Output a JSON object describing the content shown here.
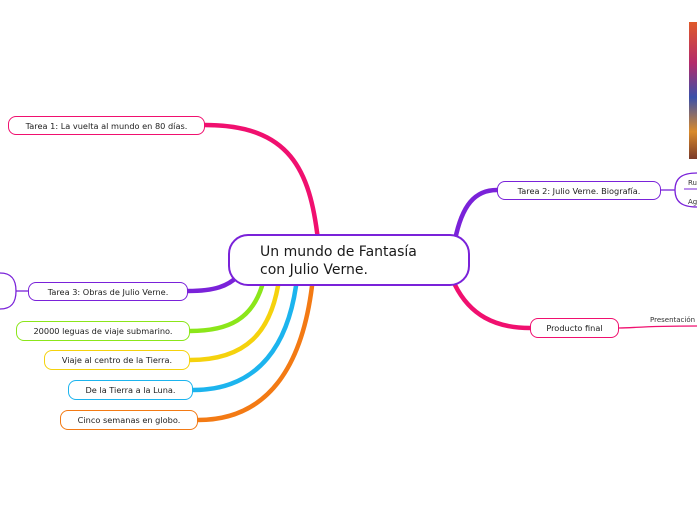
{
  "central": {
    "line1": "Un mundo de Fantasía",
    "line2": "con Julio Verne."
  },
  "topics": {
    "tarea1": "Tarea 1: La vuelta al mundo en 80 días.",
    "tarea2": "Tarea 2: Julio Verne. Biografía.",
    "tarea3": "Tarea 3: Obras de Julio Verne.",
    "producto": "Producto final",
    "obra1": "20000 leguas de viaje submarino.",
    "obra2": "Viaje al centro de la Tierra.",
    "obra3": "De la Tierra a la Luna.",
    "obra4": "Cinco semanas en globo."
  },
  "subtopics": {
    "ru": "Ru",
    "ag": "Ag"
  },
  "edge_labels": {
    "presentacion": "Presentación d"
  },
  "colors": {
    "tarea1": "#f0106f",
    "tarea2": "#7a22d9",
    "tarea3": "#7a22d9",
    "producto": "#f0106f",
    "obra1": "#8be61a",
    "obra2": "#f5d20d",
    "obra3": "#1cb4ee",
    "obra4": "#f37a14"
  },
  "image": {
    "icon": "photo-thumbnail-icon"
  }
}
